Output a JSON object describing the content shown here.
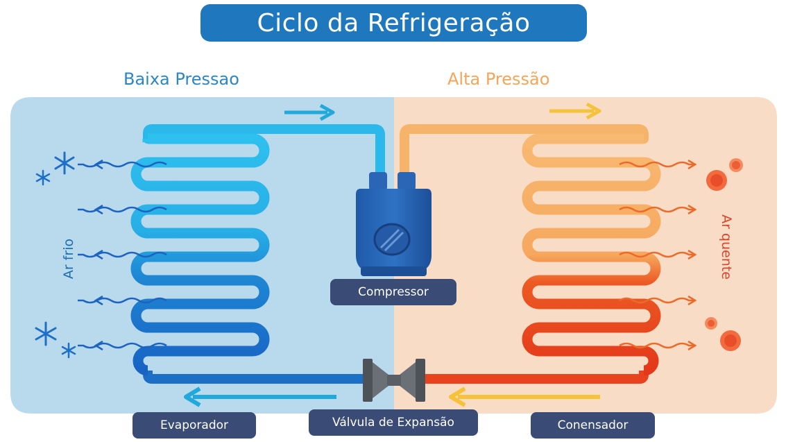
{
  "title": "Ciclo da Refrigeração",
  "low_pressure_label": "Baixa Pressao",
  "high_pressure_label": "Alta Pressão",
  "cold_air_label": "Ar frio",
  "hot_air_label": "Ar quente",
  "components": {
    "compressor": "Compressor",
    "evaporator": "Evaporador",
    "expansion_valve": "Válvula de Expansão",
    "condenser": "Conensador"
  },
  "colors": {
    "cold_panel": "#b9d9ec",
    "warm_panel": "#f9dcc6",
    "cold_pipe": "#29b6e8",
    "cold_pipe_dark": "#1a6fc4",
    "warm_pipe": "#f6b36a",
    "hot_pipe": "#e8421e",
    "title_bg": "#1f78bd",
    "label_bg": "#3a4c75"
  },
  "icons": [
    "snowflake-icon",
    "hot-bubble-icon",
    "flow-arrow-icon",
    "compressor-icon",
    "expansion-valve-icon"
  ]
}
